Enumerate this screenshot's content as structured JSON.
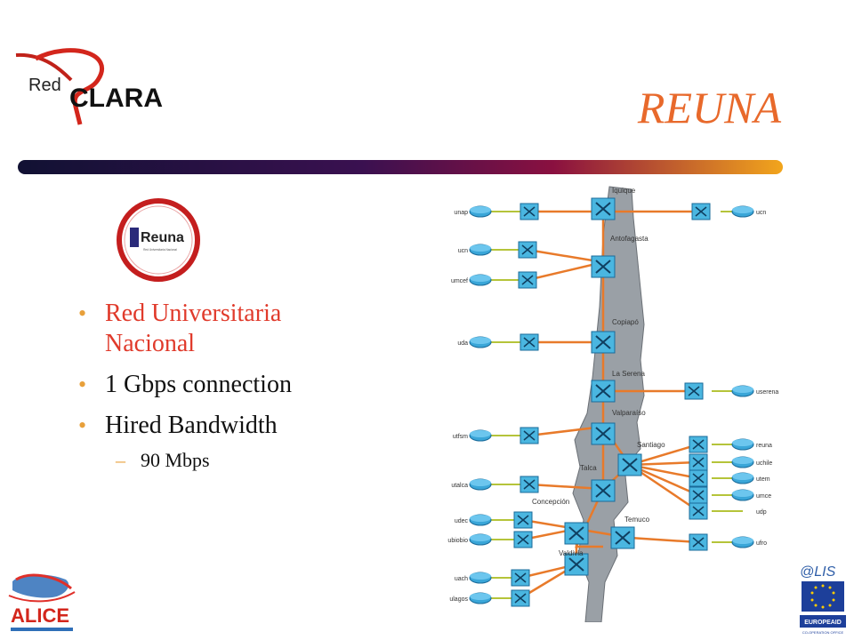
{
  "header": {
    "logo_text_red": "Red",
    "logo_text_clara": "CLARA",
    "title": "REUNA"
  },
  "reuna_logo": {
    "main": "Reuna",
    "sub": "Red Universitaria Nacional"
  },
  "bullets": [
    {
      "text": "Red Universitaria Nacional"
    },
    {
      "text": "1 Gbps connection"
    },
    {
      "text": "Hired Bandwidth"
    }
  ],
  "sub_bullets": [
    {
      "text": "90 Mbps"
    }
  ],
  "network": {
    "city_labels": [
      "Iquique",
      "Antofagasta",
      "Copiapó",
      "La Serena",
      "Valparaíso",
      "Santiago",
      "Talca",
      "Concepción",
      "Temuco",
      "Valdivia"
    ],
    "left_sites": [
      "unap",
      "ucn",
      "umcef",
      "uda",
      "utfsm",
      "utalca",
      "udec",
      "ubiobio",
      "uach",
      "ulagos"
    ],
    "right_sites": [
      "ucn",
      "userena",
      "reuna",
      "uchile",
      "utem",
      "umce",
      "udp",
      "ufro"
    ]
  },
  "footer": {
    "alice_text": "ALICE",
    "alis_text": "@LIS",
    "eu_text": "EUROPEAID",
    "eu_sub": "CO-OPERATION OFFICE"
  },
  "colors": {
    "accent_orange": "#e8692b",
    "bullet_red": "#e03a2b",
    "gradient_start": "#111133",
    "gradient_mid": "#8a1040",
    "gradient_end": "#f2a51c"
  }
}
